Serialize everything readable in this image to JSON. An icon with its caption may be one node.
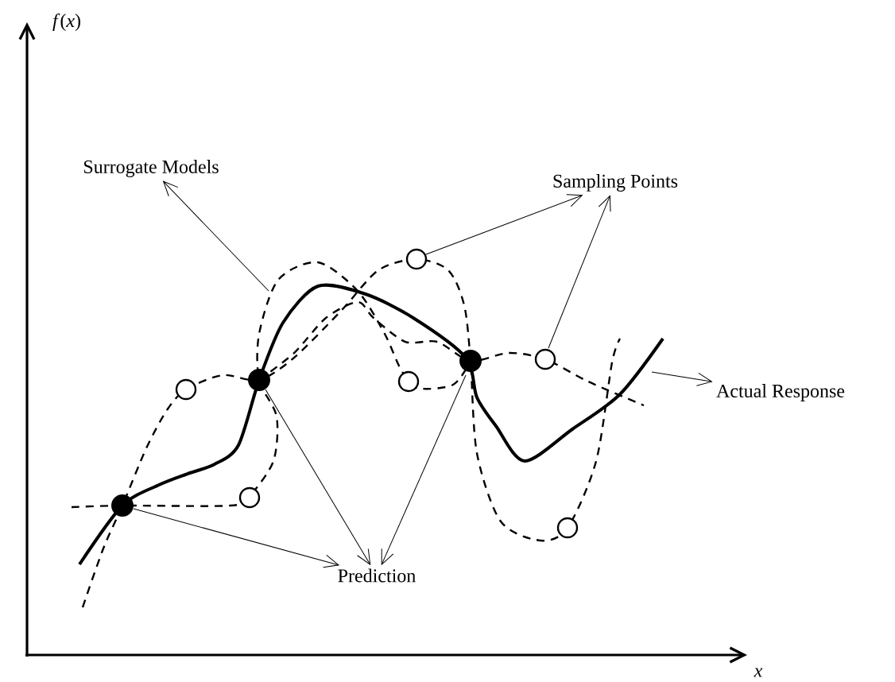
{
  "diagram": {
    "nodes": [
      {
        "text": [
          "Surrogate Models"
        ]
      },
      {
        "text": [
          "Sampling Points"
        ]
      },
      {
        "text": [
          "Prediction"
        ]
      },
      {
        "text": [
          "Actual Response"
        ]
      }
    ],
    "edges": [
      {
        "from": null,
        "to": 0,
        "arrow": "to"
      },
      {
        "from": null,
        "to": 1,
        "arrow": "to"
      },
      {
        "from": null,
        "to": 1,
        "arrow": "to"
      },
      {
        "from": null,
        "to": 2,
        "arrow": "to"
      },
      {
        "from": null,
        "to": 2,
        "arrow": "to"
      },
      {
        "from": null,
        "to": 2,
        "arrow": "to"
      },
      {
        "from": null,
        "to": 3,
        "arrow": "to"
      }
    ],
    "labels": [
      "*f*(*x*)",
      "x"
    ]
  }
}
